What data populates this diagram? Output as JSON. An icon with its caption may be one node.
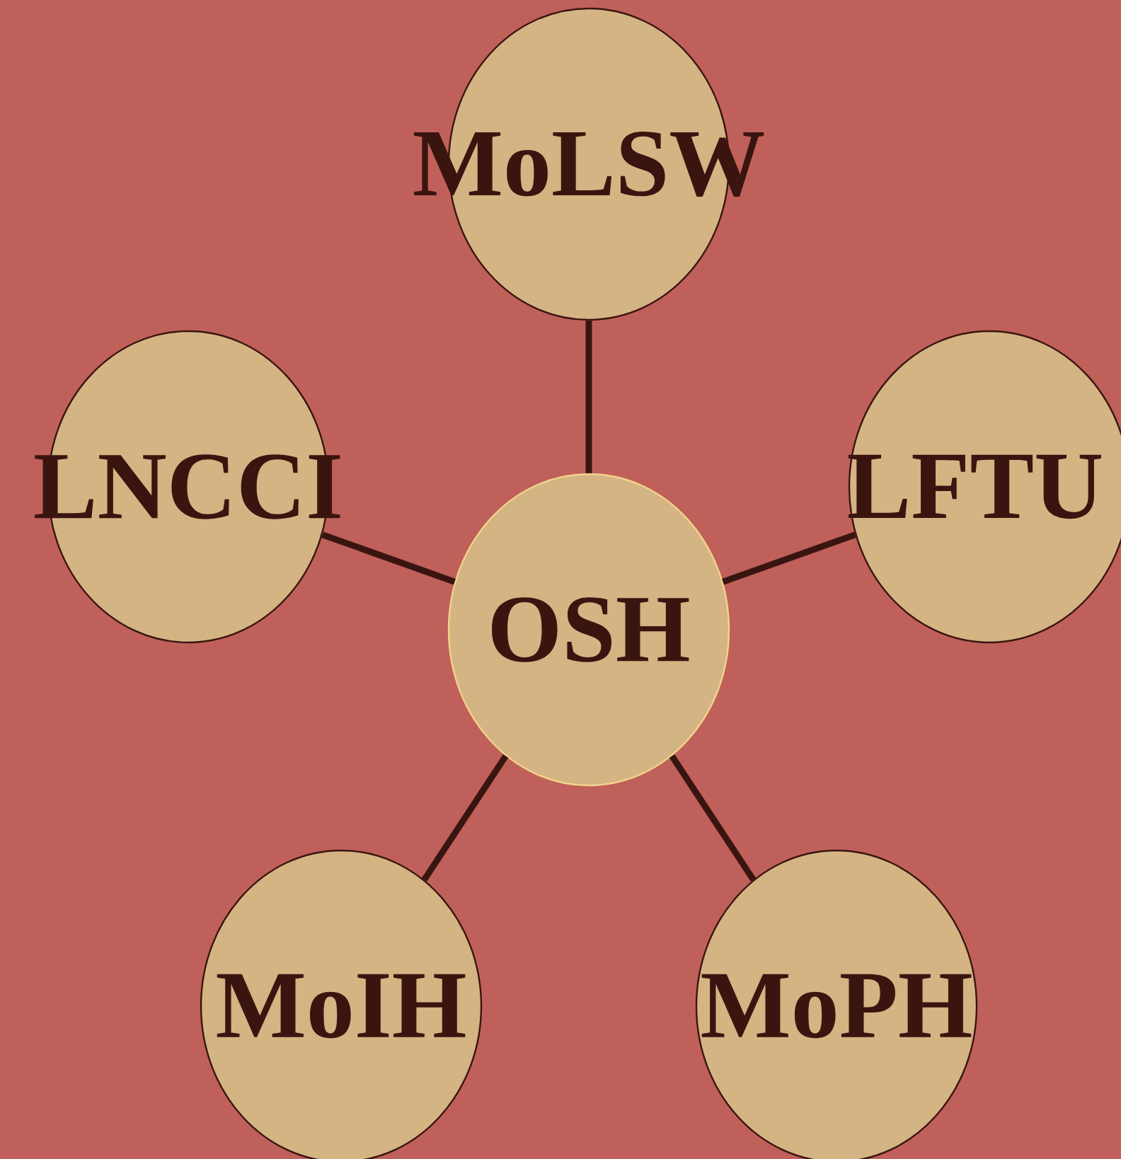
{
  "diagram": {
    "nodes": [
      {
        "text": [
          "OSH"
        ]
      },
      {
        "text": [
          "MoLSW"
        ]
      },
      {
        "text": [
          "LNCCI"
        ]
      },
      {
        "text": [
          "LFTU"
        ]
      },
      {
        "text": [
          "MoIH"
        ]
      },
      {
        "text": [
          "MoPH"
        ]
      }
    ],
    "edges": [
      {
        "from": 0,
        "to": 1,
        "arrow": "none"
      },
      {
        "from": 0,
        "to": 2,
        "arrow": "none"
      },
      {
        "from": 0,
        "to": 3,
        "arrow": "none"
      },
      {
        "from": 0,
        "to": 4,
        "arrow": "none"
      },
      {
        "from": 0,
        "to": 5,
        "arrow": "none"
      }
    ]
  }
}
